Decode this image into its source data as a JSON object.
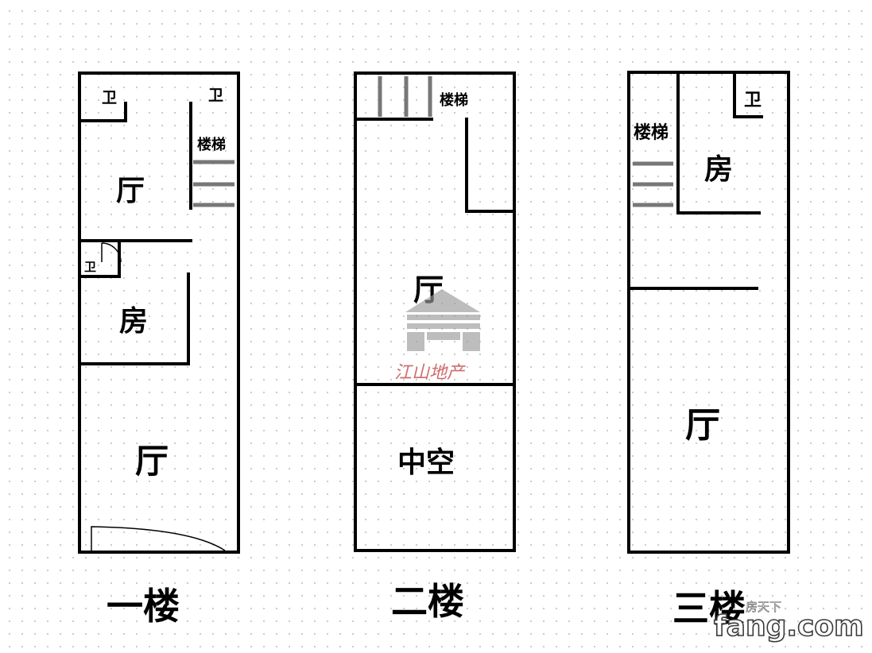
{
  "floors": {
    "f1": {
      "name": "一楼",
      "rooms": {
        "toilet_left": "卫",
        "toilet_right": "卫",
        "stairs": "楼梯",
        "hall_top": "厅",
        "toilet_small": "卫",
        "bedroom": "房",
        "hall_bottom": "厅"
      }
    },
    "f2": {
      "name": "二楼",
      "rooms": {
        "stairs": "楼梯",
        "hall": "厅",
        "void": "中空"
      }
    },
    "f3": {
      "name": "三楼",
      "rooms": {
        "stairs": "楼梯",
        "toilet": "卫",
        "bedroom": "房",
        "hall": "厅"
      }
    }
  },
  "watermark": {
    "center_text": "江山地产",
    "corner_top": "房天下",
    "corner_brand": "fang.com"
  }
}
